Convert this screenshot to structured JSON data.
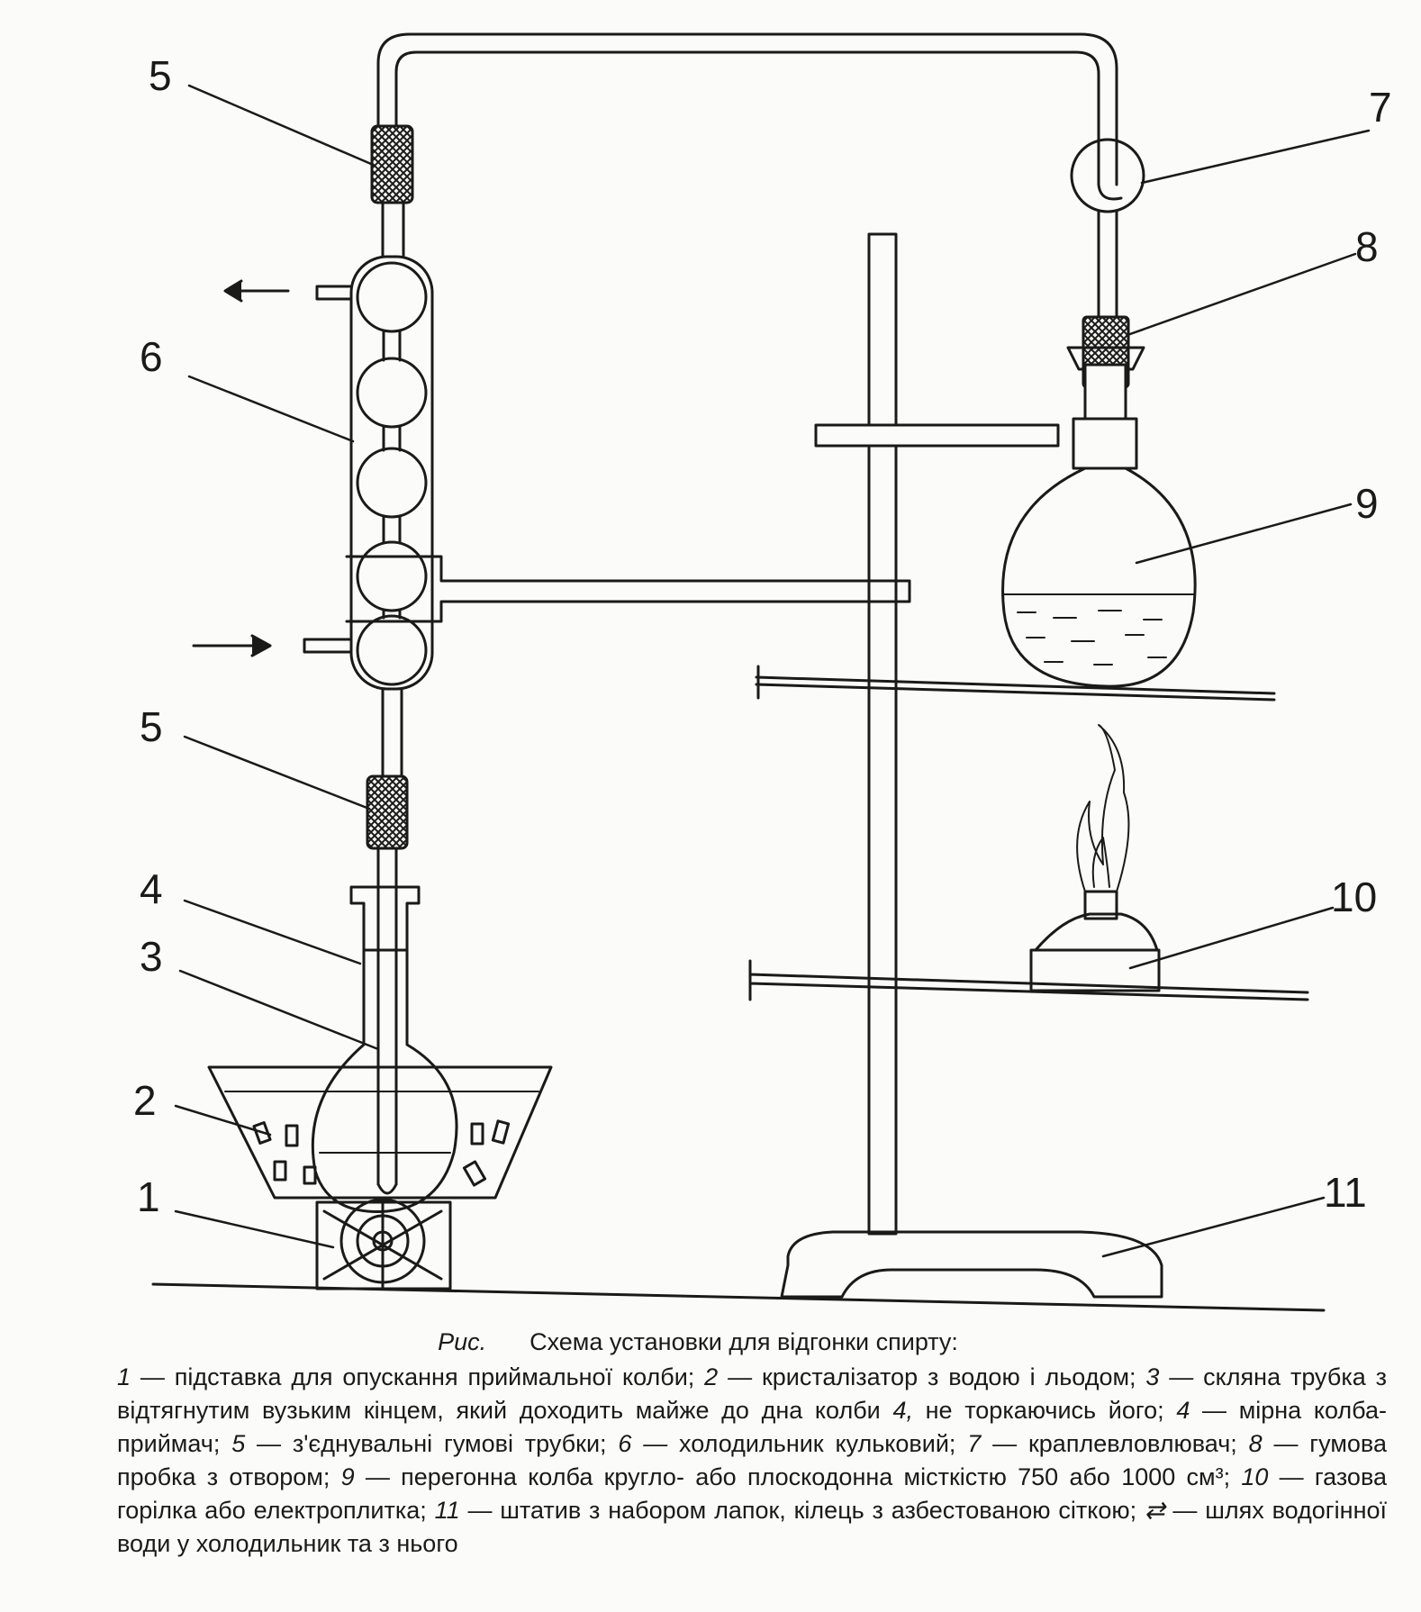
{
  "labels": {
    "l1": "1",
    "l2": "2",
    "l3": "3",
    "l4": "4",
    "l5a": "5",
    "l5b": "5",
    "l6": "6",
    "l7": "7",
    "l8": "8",
    "l9": "9",
    "l10": "10",
    "l11": "11"
  },
  "caption": {
    "fig_label": "Рис.",
    "title": "Схема установки для відгонки спирту:",
    "items": [
      {
        "num": "1",
        "text": "підставка для опускання приймальної колби;"
      },
      {
        "num": "2",
        "text": "кристалізатор з водою і льодом;"
      },
      {
        "num": "3",
        "text": "скляна трубка з відтягнутим вузьким кінцем, який доходить майже до дна колби"
      },
      {
        "num": "4,",
        "text": "не торкаючись його;"
      },
      {
        "num": "4",
        "text": "мірна колба-приймач;"
      },
      {
        "num": "5",
        "text": "з'єднувальні гумові трубки;"
      },
      {
        "num": "6",
        "text": "холодильник кульковий;"
      },
      {
        "num": "7",
        "text": "краплевловлювач;"
      },
      {
        "num": "8",
        "text": "гумова пробка з отвором;"
      },
      {
        "num": "9",
        "text": "перегонна колба кругло- або плоскодонна місткістю 750 або 1000 см³;"
      },
      {
        "num": "10",
        "text": "газова горілка або електроплитка;"
      },
      {
        "num": "11",
        "text": "штатив з набором лапок, кілець з азбестованою сіткою;"
      },
      {
        "num": "⇄",
        "text": "шлях водогінної води у холодильник та з нього"
      }
    ],
    "dash": "—"
  },
  "colors": {
    "ink": "#1a1a1a",
    "paper": "#fbfbf9"
  }
}
